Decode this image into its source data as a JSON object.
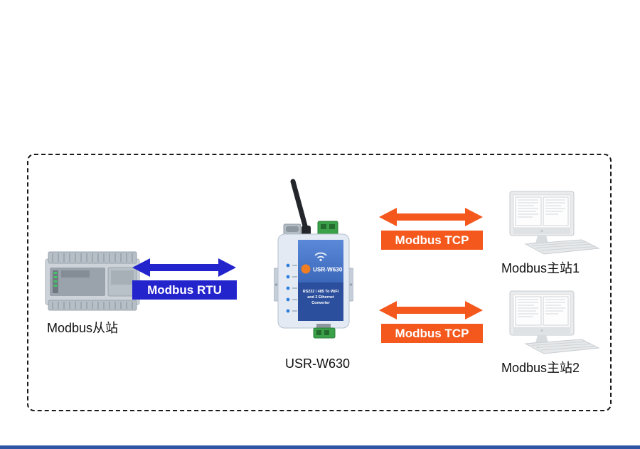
{
  "page": {
    "background": "#ffffff",
    "boundary_color": "#1a1a1a",
    "footer_bar_color": "#2e54a5"
  },
  "nodes": {
    "plc": {
      "label": "Modbus从站"
    },
    "gateway": {
      "label": "USR-W630",
      "panel_title": "USR-W630",
      "panel_line1": "RS232 / 485  To WiFi",
      "panel_line2": "and 2 Ethernet",
      "panel_line3": "Converter"
    },
    "host1": {
      "label": "Modbus主站1"
    },
    "host2": {
      "label": "Modbus主站2"
    }
  },
  "links": {
    "rtu": {
      "label": "Modbus RTU",
      "color": "#2424cd"
    },
    "tcp1": {
      "label": "Modbus TCP",
      "color": "#f4581c"
    },
    "tcp2": {
      "label": "Modbus TCP",
      "color": "#f4581c"
    }
  }
}
